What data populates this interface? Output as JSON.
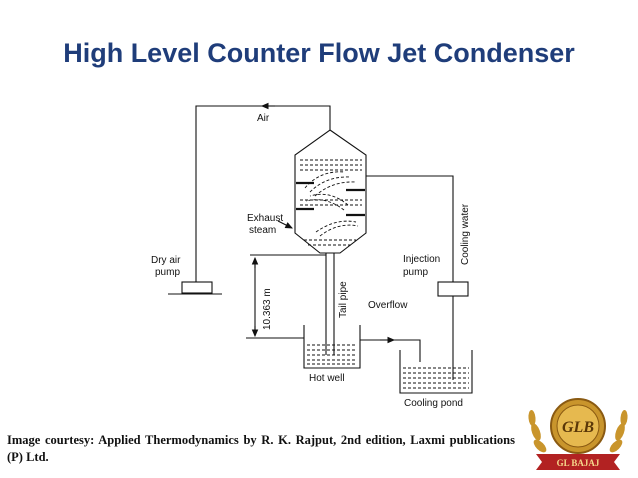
{
  "slide": {
    "title": "High Level Counter Flow Jet Condenser",
    "caption": "Image courtesy: Applied Thermodynamics by R. K. Rajput, 2nd edition, Laxmi publications (P) Ltd."
  },
  "diagram": {
    "labels": {
      "air": "Air",
      "exhaust": "Exhaust",
      "steam": "steam",
      "dry_air_1": "Dry air",
      "dry_air_2": "pump",
      "height": "10.363 m",
      "tail_pipe": "Tail pipe",
      "injection_1": "Injection",
      "injection_2": "pump",
      "cooling_water": "Cooling water",
      "overflow": "Overflow",
      "hot_well": "Hot well",
      "cooling_pond": "Cooling pond"
    }
  },
  "logo": {
    "initials": "GLB",
    "text": "GL BAJAJ",
    "colors": {
      "gold": "#c9952c",
      "dark_gold": "#8a5a12",
      "red": "#b22222"
    }
  },
  "colors": {
    "title": "#1f3d7a",
    "line": "#111111"
  }
}
